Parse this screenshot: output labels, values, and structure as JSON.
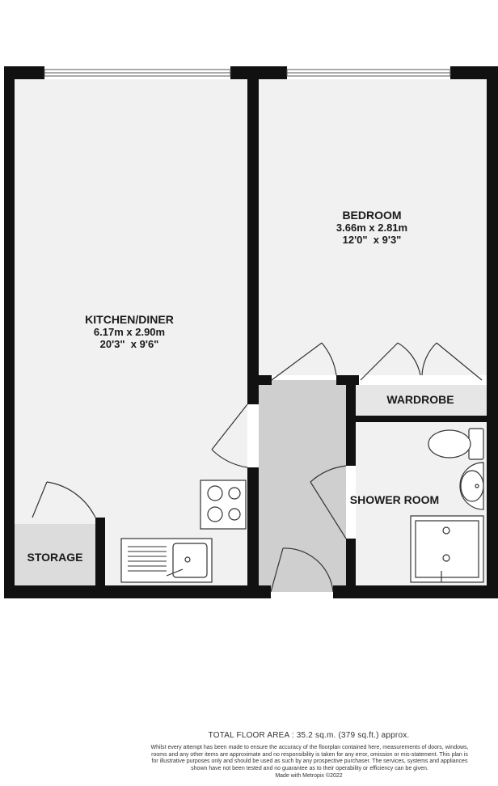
{
  "rooms": {
    "kitchen": {
      "name": "KITCHEN/DINER",
      "metric": "6.17m  x 2.90m",
      "imperial": "20'3\"  x 9'6\""
    },
    "bedroom": {
      "name": "BEDROOM",
      "metric": "3.66m  x 2.81m",
      "imperial": "12'0\"  x 9'3\""
    },
    "wardrobe": {
      "name": "WARDROBE"
    },
    "shower": {
      "name": "SHOWER ROOM"
    },
    "storage": {
      "name": "STORAGE"
    }
  },
  "footer": {
    "total_area": "TOTAL FLOOR AREA : 35.2 sq.m. (379 sq.ft.) approx.",
    "disclaimer": "Whilst every attempt has been made to ensure the accuracy of the floorplan contained here, measurements of doors, windows, rooms and any other items are approximate and no responsibility is taken for any error, omission or mis-statement. This plan is for illustrative purposes only and should be used as such by any prospective purchaser. The services, systems and appliances shown have not been tested and no guarantee as to their operability or efficiency can be given.",
    "made_with": "Made with Metropix ©2022"
  },
  "colors": {
    "wall": "#111111",
    "floor": "#efefef",
    "hallway": "#cfcfcf",
    "fixture_line": "#333333"
  }
}
